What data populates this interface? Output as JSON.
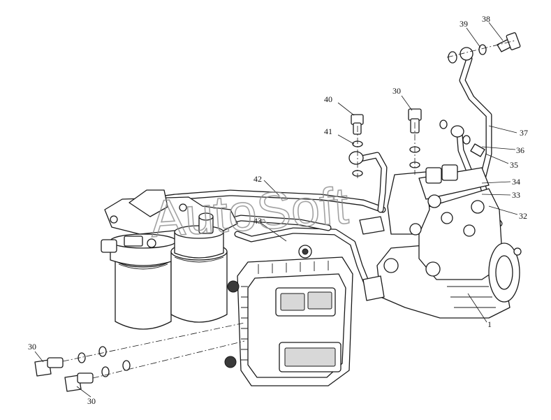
{
  "watermark": "AutoSoft",
  "callouts": {
    "c1": "1",
    "c30a": "30",
    "c30b": "30",
    "c30c": "30",
    "c32": "32",
    "c33": "33",
    "c34": "34",
    "c35": "35",
    "c36": "36",
    "c37": "37",
    "c38": "38",
    "c39": "39",
    "c40": "40",
    "c41": "41",
    "c42": "42",
    "c43": "43"
  }
}
